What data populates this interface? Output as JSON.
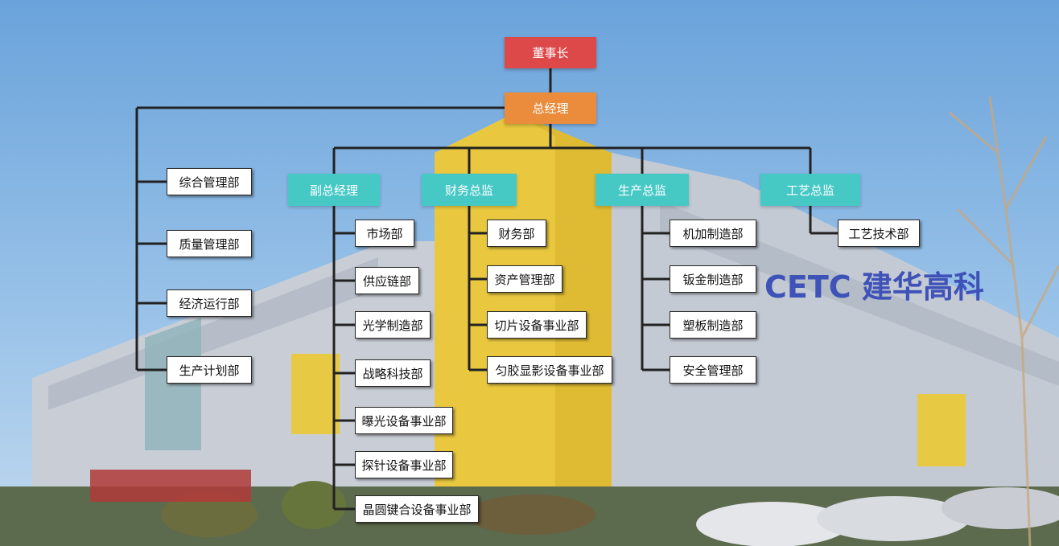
{
  "top": "董事长",
  "gm": "总经理",
  "left_depts": [
    "综合管理部",
    "质量管理部",
    "经济运行部",
    "生产计划部"
  ],
  "directors": [
    "副总经理",
    "财务总监",
    "生产总监",
    "工艺总监"
  ],
  "vp_depts": [
    "市场部",
    "供应链部",
    "光学制造部",
    "战略科技部",
    "曝光设备事业部",
    "探针设备事业部",
    "晶圆键合设备事业部"
  ],
  "finance_depts": [
    "财务部",
    "资产管理部",
    "切片设备事业部",
    "匀胶显影设备事业部"
  ],
  "production_depts": [
    "机加制造部",
    "钣金制造部",
    "塑板制造部",
    "安全管理部"
  ],
  "craft_depts": [
    "工艺技术部"
  ],
  "building_sign": "CETC 建华高科",
  "colors": {
    "top": "#dd4848",
    "gm": "#ea8c3c",
    "director": "#46c8c5",
    "connector": "#222222"
  }
}
